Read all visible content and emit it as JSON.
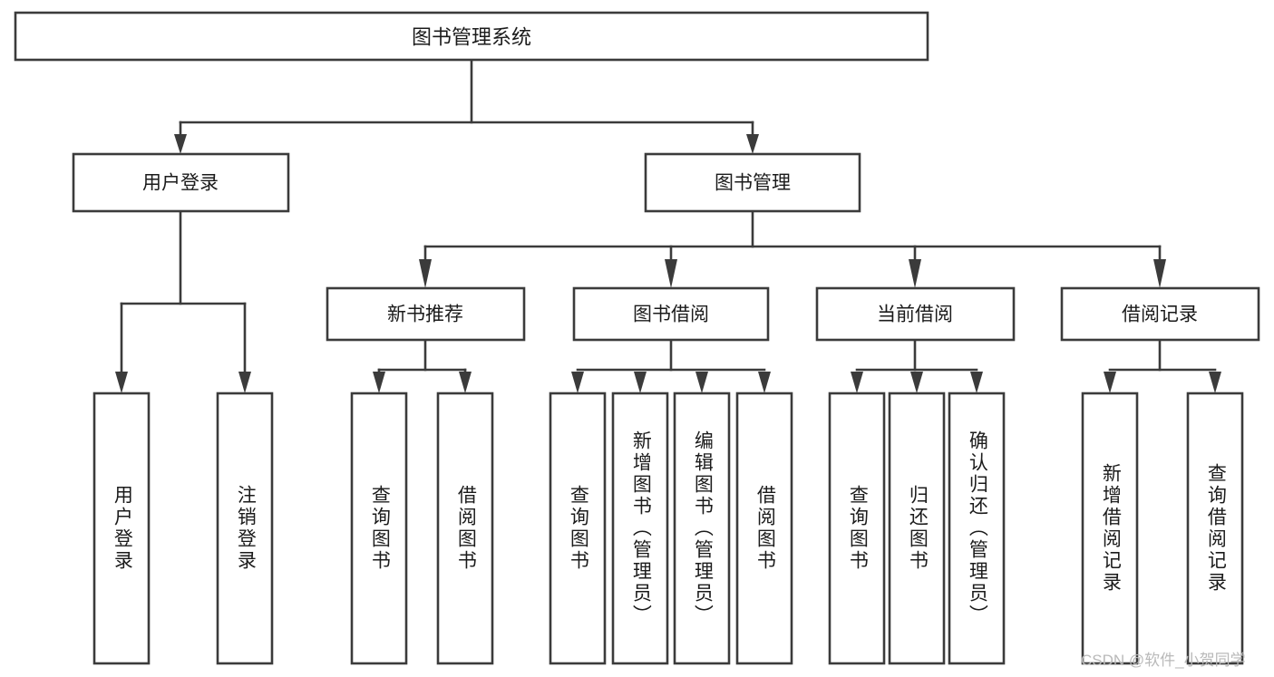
{
  "diagram": {
    "type": "tree",
    "title": "图书管理系统",
    "colors": {
      "stroke": "#3b3b3b",
      "fill": "#ffffff",
      "text": "#1b1b1b",
      "watermark": "#b9b9b9",
      "background": "#ffffff"
    },
    "levels": {
      "root": {
        "label": "图书管理系统"
      },
      "level2": [
        {
          "label": "用户登录"
        },
        {
          "label": "图书管理"
        }
      ],
      "level3": [
        {
          "label": "新书推荐"
        },
        {
          "label": "图书借阅"
        },
        {
          "label": "当前借阅"
        },
        {
          "label": "借阅记录"
        }
      ],
      "level4": [
        {
          "label": "用户登录",
          "parent": "用户登录"
        },
        {
          "label": "注销登录",
          "parent": "用户登录"
        },
        {
          "label": "查询图书",
          "parent": "新书推荐"
        },
        {
          "label": "借阅图书",
          "parent": "新书推荐"
        },
        {
          "label": "查询图书",
          "parent": "图书借阅"
        },
        {
          "label": "新增图书（管理员）",
          "parent": "图书借阅"
        },
        {
          "label": "编辑图书（管理员）",
          "parent": "图书借阅"
        },
        {
          "label": "借阅图书",
          "parent": "图书借阅"
        },
        {
          "label": "查询图书",
          "parent": "当前借阅"
        },
        {
          "label": "归还图书",
          "parent": "当前借阅"
        },
        {
          "label": "确认归还（管理员）",
          "parent": "当前借阅"
        },
        {
          "label": "新增借阅记录",
          "parent": "借阅记录"
        },
        {
          "label": "查询借阅记录",
          "parent": "借阅记录"
        }
      ]
    },
    "watermark": "CSDN @软件_小贺同学"
  }
}
